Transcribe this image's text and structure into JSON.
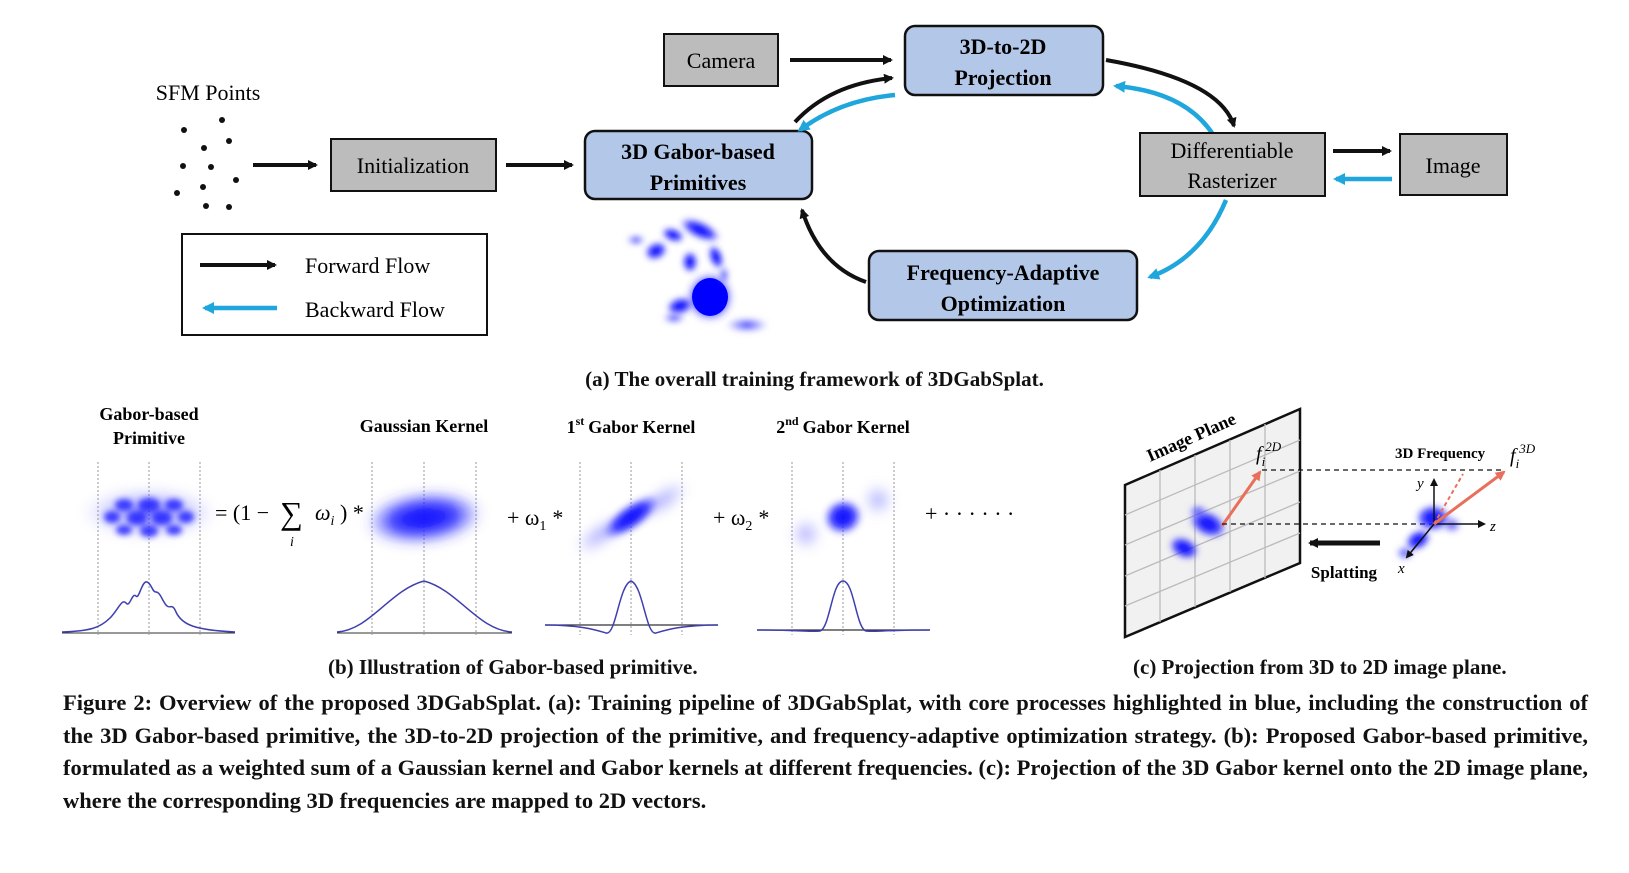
{
  "pipeline": {
    "sfm_points_label": "SFM Points",
    "initialization_label": "Initialization",
    "camera_label": "Camera",
    "projection_label_line1": "3D-to-2D",
    "projection_label_line2": "Projection",
    "gabor_primitives_label_line1": "3D Gabor-based",
    "gabor_primitives_label_line2": "Primitives",
    "rasterizer_label_line1": "Differentiable",
    "rasterizer_label_line2": "Rasterizer",
    "image_label": "Image",
    "optimization_label_line1": "Frequency-Adaptive",
    "optimization_label_line2": "Optimization",
    "legend_forward": "Forward Flow",
    "legend_backward": "Backward Flow",
    "caption": "(a) The overall training framework of 3DGabSplat."
  },
  "primitive": {
    "gabor_primitive_title_line1": "Gabor-based",
    "gabor_primitive_title_line2": "Primitive",
    "gaussian_title": "Gaussian Kernel",
    "gabor1_title": "Gabor Kernel",
    "gabor1_ordinal": "1",
    "gabor1_sup": "st",
    "gabor2_title": "Gabor Kernel",
    "gabor2_ordinal": "2",
    "gabor2_sup": "nd",
    "eq_prefix": "= (1 −",
    "eq_sum": "∑",
    "eq_sum_index": "i",
    "eq_omega_i": "ω",
    "eq_omega_i_sub": "i",
    "eq_close": ") *",
    "plus_w1": "+ ω",
    "plus_w1_sub": "1",
    "plus_w2": "+ ω",
    "plus_w2_sub": "2",
    "star": "*",
    "ellipsis": "+ · · · · · ·",
    "caption": "(b) Illustration of Gabor-based primitive."
  },
  "projection": {
    "image_plane_label": "Image Plane",
    "freq_3d_label": "3D Frequency",
    "f2d_main": "f",
    "f2d_sub": "i",
    "f2d_sup": "2D",
    "f3d_main": "f",
    "f3d_sub": "i",
    "f3d_sup": "3D",
    "axis_x": "x",
    "axis_y": "y",
    "axis_z": "z",
    "splatting_label": "Splatting",
    "caption": "(c) Projection from 3D to 2D image plane."
  },
  "figure_caption": "Figure 2: Overview of the proposed 3DGabSplat. (a): Training pipeline of 3DGabSplat, with core processes highlighted in blue, including the construction of the 3D Gabor-based primitive, the 3D-to-2D projection of the primitive, and frequency-adaptive optimization strategy. (b): Proposed Gabor-based primitive, formulated as a weighted sum of a Gaussian kernel and Gabor kernels at different frequencies. (c): Projection of the 3D Gabor kernel onto the 2D image plane, where the corresponding 3D frequencies are mapped to 2D vectors.",
  "colors": {
    "blue_box_fill": "#b3c8e8",
    "gray_box_fill": "#bcbcbc",
    "forward_arrow": "#111111",
    "backward_arrow": "#1fa6dc",
    "blob_blue": "#1414ff",
    "curve_color": "#3f3fb0",
    "frequency_arrow": "#e8705a"
  }
}
